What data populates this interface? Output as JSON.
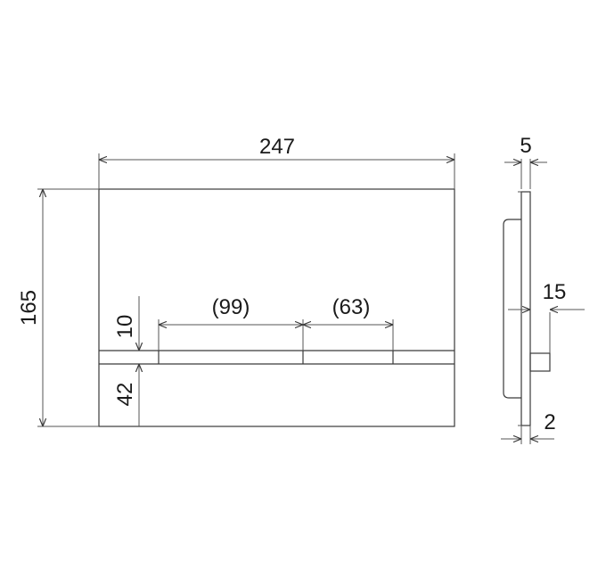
{
  "front_view": {
    "width_label": "247",
    "height_label": "165",
    "button_left_label": "(99)",
    "button_right_label": "(63)",
    "gap_label": "10",
    "bottom_label": "42"
  },
  "side_view": {
    "top_thickness_label": "5",
    "depth_label": "15",
    "bottom_thickness_label": "2"
  },
  "colors": {
    "line": "#3a3a3a",
    "text": "#1a1a1a"
  }
}
